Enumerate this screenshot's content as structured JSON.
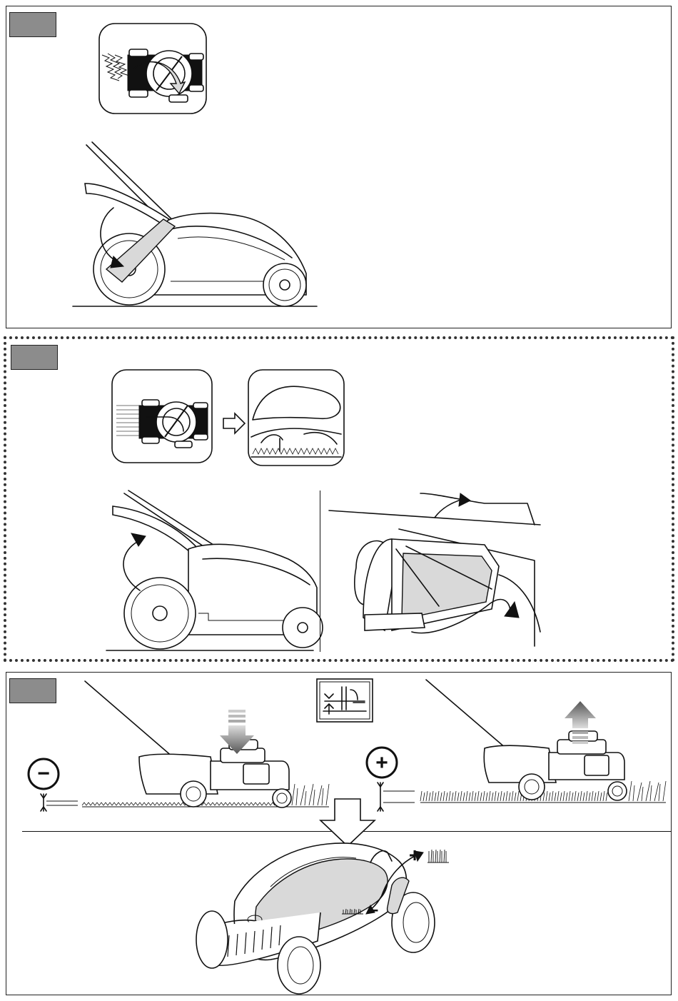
{
  "page": {
    "title": ""
  },
  "sections": [
    {
      "id": "mulching-plug-install",
      "tab_label": ""
    },
    {
      "id": "grass-box-attach",
      "tab_label": ""
    },
    {
      "id": "cutting-height",
      "tab_label": ""
    }
  ],
  "symbols": {
    "minus": "−",
    "plus": "+",
    "height_plus": "+",
    "height_minus": "–"
  },
  "icons": {
    "arrow_down": "arrow-down-icon",
    "arrow_up": "arrow-up-icon",
    "arrow_right": "arrow-right-icon",
    "cutting_height_symbol": "cutting-height-icon"
  },
  "colors": {
    "tab_gray": "#8c8c8c",
    "line": "#111111"
  }
}
